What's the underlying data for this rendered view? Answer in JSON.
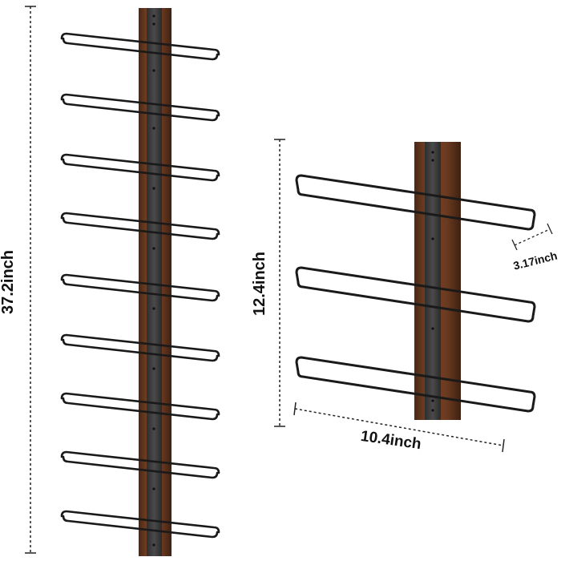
{
  "dimensions": {
    "height_full": "37.2inch",
    "height_short": "12.4inch",
    "width": "10.4inch",
    "depth": "3.17inch"
  },
  "products": {
    "tall_rack_rails": 9,
    "short_rack_rails": 3
  },
  "colors": {
    "wood": "#6b3a22",
    "wood_dark": "#4e2a18",
    "metal_strip": "#3a3a3a",
    "rail": "#1a1a1a",
    "dimension_line": "#222222"
  }
}
